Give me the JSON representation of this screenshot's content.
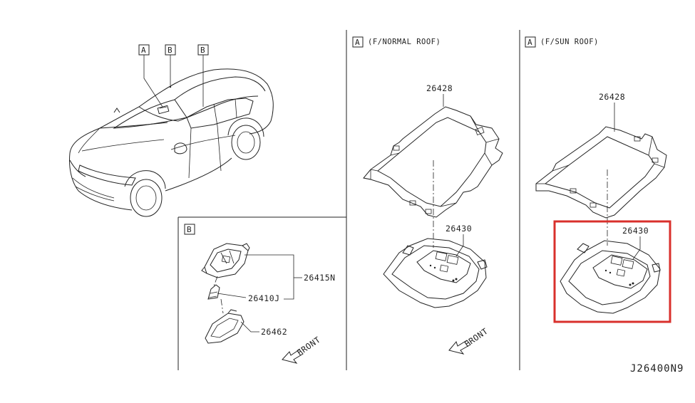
{
  "panels": {
    "overview": {
      "callouts": [
        "A",
        "B",
        "B"
      ]
    },
    "normal_roof": {
      "marker": "A",
      "title": "(F/NORMAL ROOF)",
      "part_upper": "26428",
      "part_lower": "26430",
      "front_label": "FRONT"
    },
    "sun_roof": {
      "marker": "A",
      "title": "(F/SUN ROOF)",
      "part_upper": "26428",
      "part_lower": "26430"
    },
    "detail_b": {
      "marker": "B",
      "part_assembly": "26415N",
      "part_bulb": "26410J",
      "part_lens": "26462",
      "front_label": "FRONT"
    }
  },
  "diagram_code": "J26400N9",
  "colors": {
    "line": "#222222",
    "highlight": "#d9302c",
    "background": "#ffffff"
  }
}
